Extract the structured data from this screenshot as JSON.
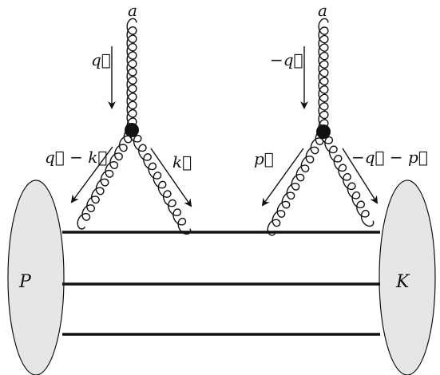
{
  "colors": {
    "ink": "#111111",
    "blob_fill": "#e6e6e6",
    "background": "#ffffff"
  },
  "labels": {
    "left_color_index": "a",
    "right_color_index": "a",
    "left_incoming_momentum": "q⃗",
    "right_incoming_momentum": "−q⃗",
    "left_outgoing_left_momentum": "q⃗ − k⃗",
    "left_outgoing_right_momentum": "k⃗",
    "right_outgoing_left_momentum": "p⃗",
    "right_outgoing_right_momentum": "−q⃗ − p⃗",
    "left_blob": "P",
    "right_blob": "K"
  }
}
